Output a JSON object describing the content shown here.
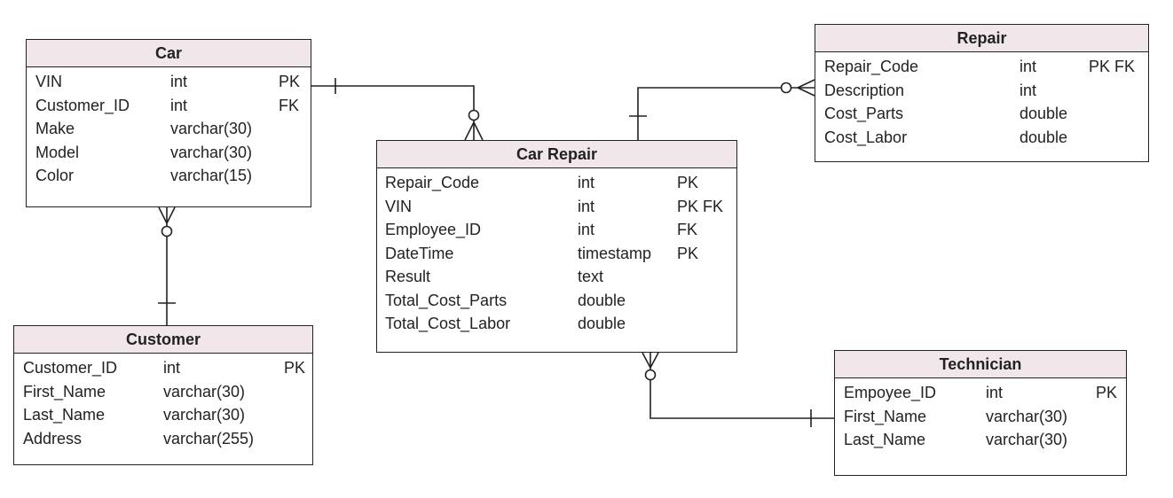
{
  "entities": {
    "car": {
      "name": "Car",
      "rows": [
        {
          "field": "VIN",
          "type": "int",
          "key": "PK"
        },
        {
          "field": "Customer_ID",
          "type": "int",
          "key": "FK"
        },
        {
          "field": "Make",
          "type": "varchar(30)",
          "key": ""
        },
        {
          "field": "Model",
          "type": "varchar(30)",
          "key": ""
        },
        {
          "field": "Color",
          "type": "varchar(15)",
          "key": ""
        }
      ]
    },
    "customer": {
      "name": "Customer",
      "rows": [
        {
          "field": "Customer_ID",
          "type": "int",
          "key": "PK"
        },
        {
          "field": "First_Name",
          "type": "varchar(30)",
          "key": ""
        },
        {
          "field": "Last_Name",
          "type": "varchar(30)",
          "key": ""
        },
        {
          "field": "Address",
          "type": "varchar(255)",
          "key": ""
        }
      ]
    },
    "car_repair": {
      "name": "Car Repair",
      "rows": [
        {
          "field": "Repair_Code",
          "type": "int",
          "key": "PK"
        },
        {
          "field": "VIN",
          "type": "int",
          "key": "PK FK"
        },
        {
          "field": "Employee_ID",
          "type": "int",
          "key": "FK"
        },
        {
          "field": "DateTime",
          "type": "timestamp",
          "key": "PK"
        },
        {
          "field": "Result",
          "type": "text",
          "key": ""
        },
        {
          "field": "Total_Cost_Parts",
          "type": "double",
          "key": ""
        },
        {
          "field": "Total_Cost_Labor",
          "type": "double",
          "key": ""
        }
      ]
    },
    "repair": {
      "name": "Repair",
      "rows": [
        {
          "field": "Repair_Code",
          "type": "int",
          "key": "PK FK"
        },
        {
          "field": "Description",
          "type": "int",
          "key": ""
        },
        {
          "field": "Cost_Parts",
          "type": "double",
          "key": ""
        },
        {
          "field": "Cost_Labor",
          "type": "double",
          "key": ""
        }
      ]
    },
    "technician": {
      "name": "Technician",
      "rows": [
        {
          "field": "Empoyee_ID",
          "type": "int",
          "key": "PK"
        },
        {
          "field": "First_Name",
          "type": "varchar(30)",
          "key": ""
        },
        {
          "field": "Last_Name",
          "type": "varchar(30)",
          "key": ""
        }
      ]
    }
  },
  "relationships": [
    {
      "from": "car",
      "from_end": "one",
      "to": "car_repair",
      "to_end": "zero-or-many"
    },
    {
      "from": "customer",
      "from_end": "one",
      "to": "car",
      "to_end": "zero-or-many"
    },
    {
      "from": "car_repair",
      "from_end": "one",
      "to": "repair",
      "to_end": "zero-or-many"
    },
    {
      "from": "technician",
      "from_end": "one",
      "to": "car_repair",
      "to_end": "zero-or-many"
    }
  ],
  "colors": {
    "header_fill": "#f1e7ea",
    "line": "#222222"
  }
}
